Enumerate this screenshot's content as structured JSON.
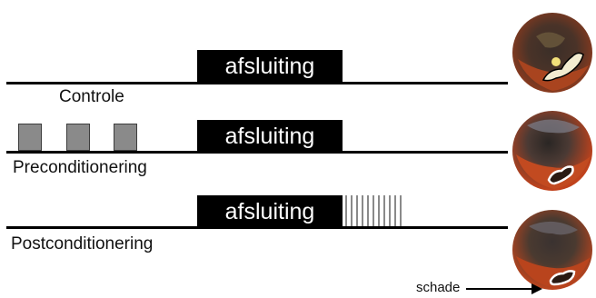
{
  "rows": [
    {
      "occlusion_label": "afsluiting",
      "row_label": "Controle"
    },
    {
      "occlusion_label": "afsluiting",
      "row_label": "Preconditionering"
    },
    {
      "occlusion_label": "afsluiting",
      "row_label": "Postconditionering"
    }
  ],
  "damage_label": "schade",
  "colors": {
    "line": "#000000",
    "occlusion_block": "#000000",
    "conditioning_block": "#8a8a8a",
    "heart_tissue": "#b5421f",
    "heart_dark": "#2a2320",
    "damage_outline": "#ffffff"
  }
}
